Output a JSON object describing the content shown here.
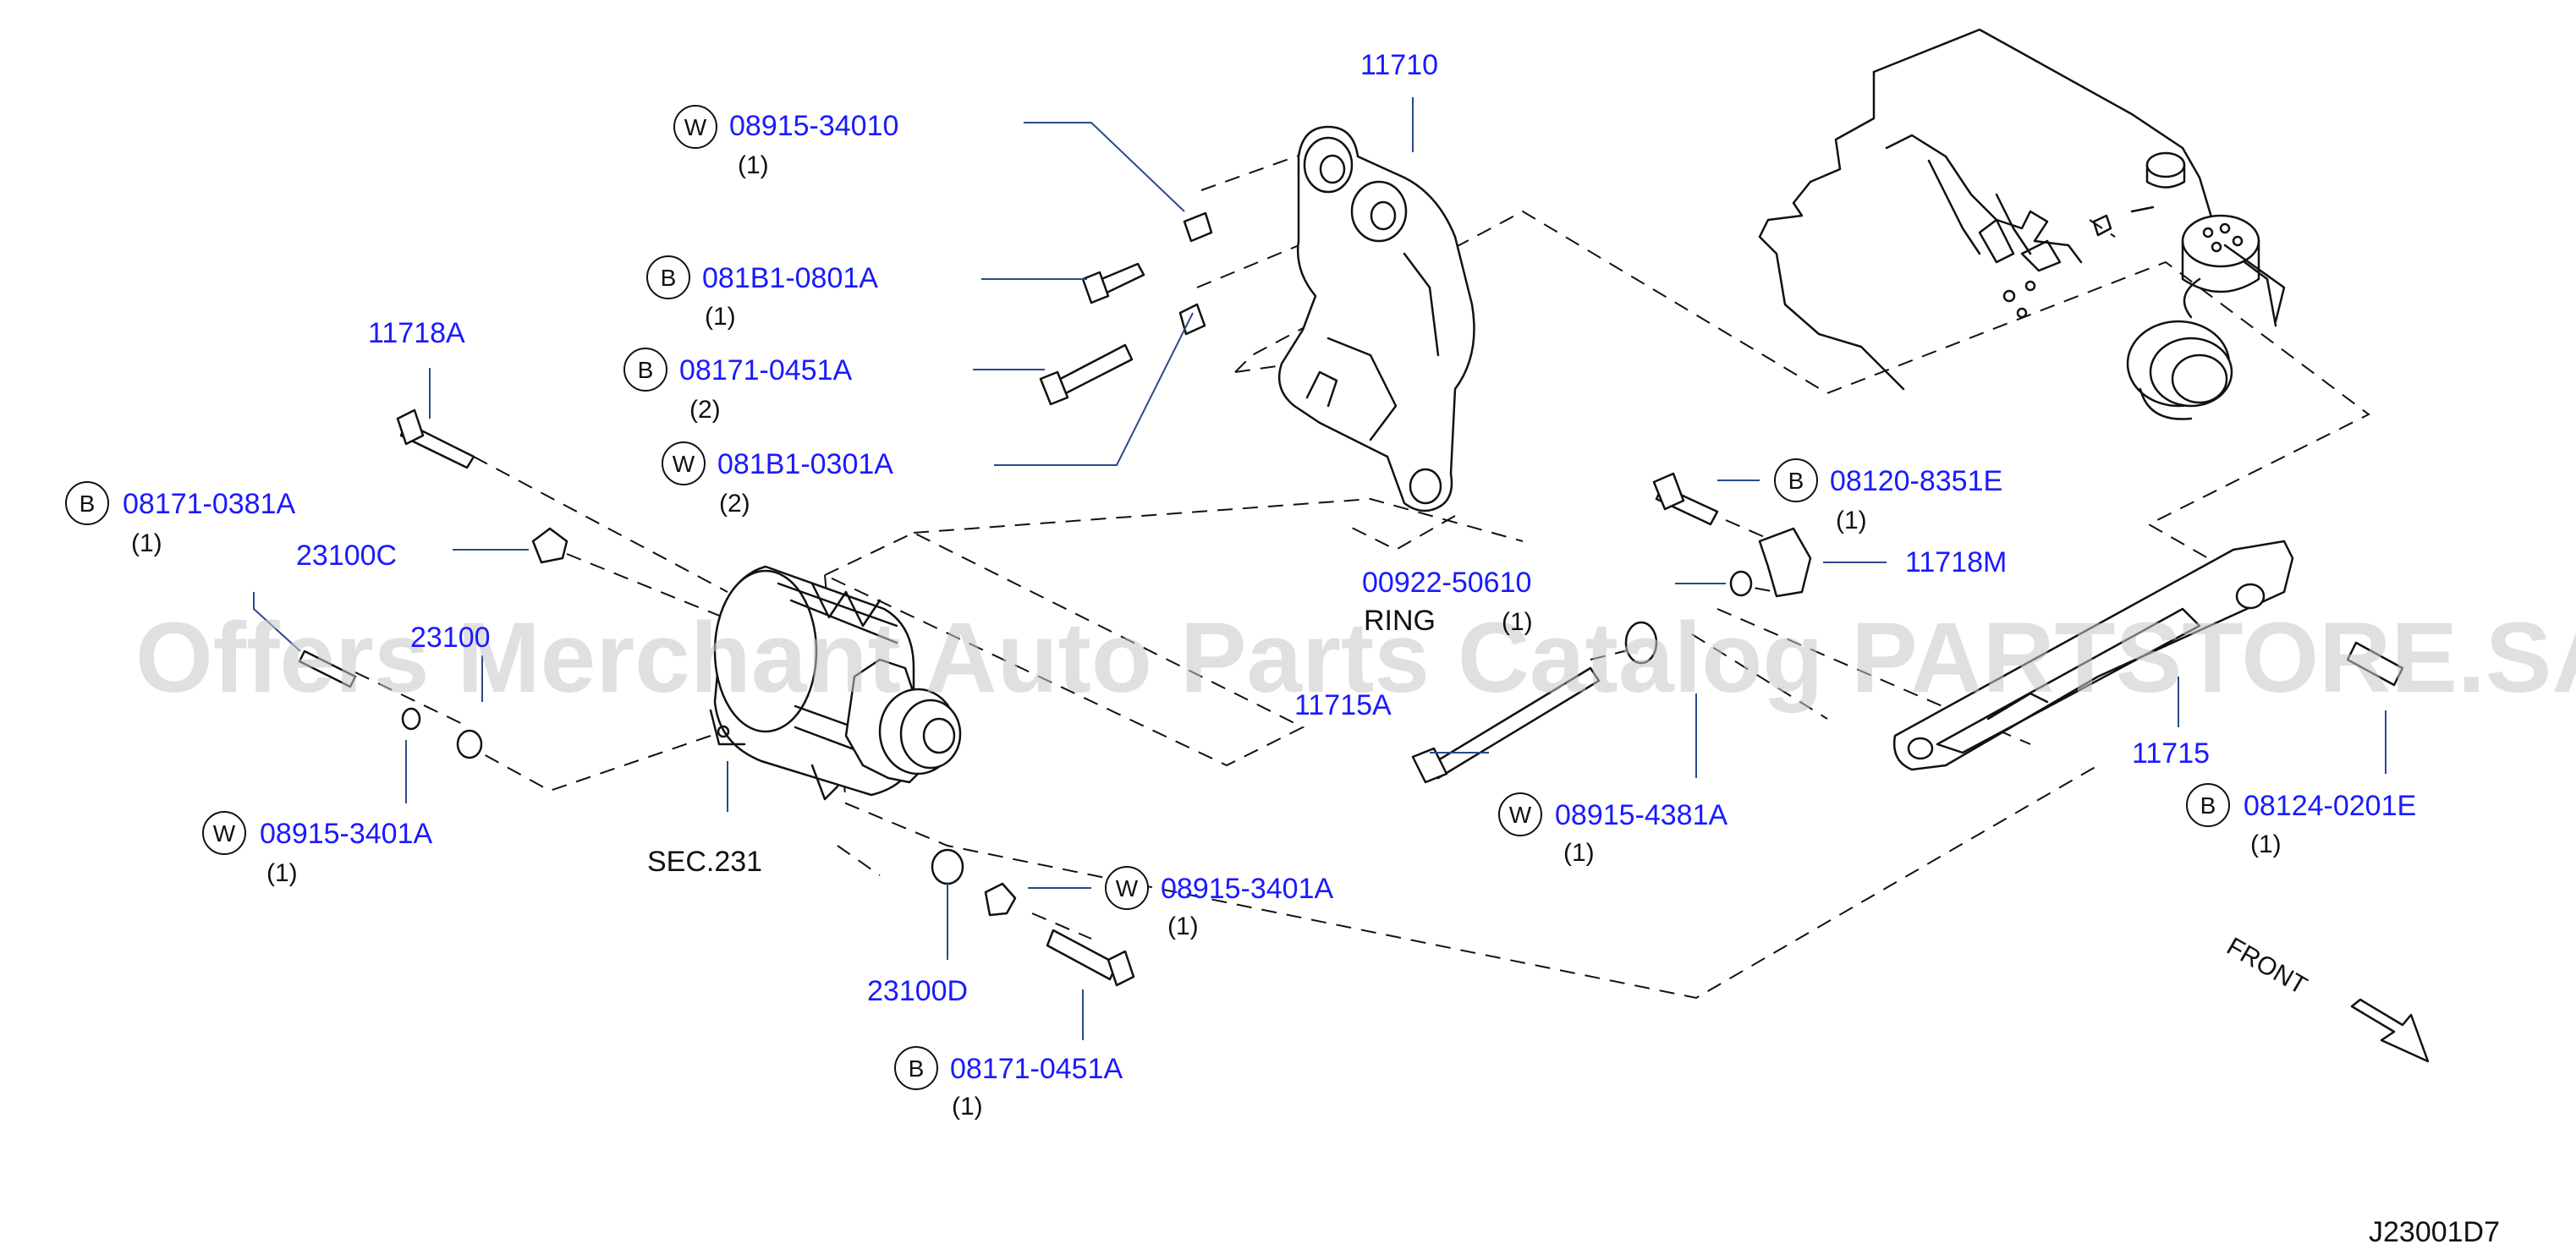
{
  "diagram_id": "J23001D7",
  "watermark": "Offers Merchant Auto Parts Catalog PARTSTORE.SA",
  "labels": {
    "p11710": "11710",
    "p11718a": "11718A",
    "p23100c": "23100C",
    "p23100_partial": "23100",
    "sec231": "SEC.231",
    "p23100d": "23100D",
    "p00922": "00922-50610",
    "ring": "RING",
    "ring_qty": "(1)",
    "p11715a": "11715A",
    "p11718m": "11718M",
    "p11715": "11715",
    "front": "FRONT"
  },
  "callouts": [
    {
      "badge": "W",
      "part": "08915-34010",
      "qty": "(1)"
    },
    {
      "badge": "B",
      "part": "081B1-0801A",
      "qty": "(1)"
    },
    {
      "badge": "B",
      "part": "08171-0451A",
      "qty": "(2)"
    },
    {
      "badge": "W",
      "part": "081B1-0301A",
      "qty": "(2)"
    },
    {
      "badge": "B",
      "part": "08171-0381A",
      "qty": "(1)"
    },
    {
      "badge": "W",
      "part": "08915-3401A",
      "qty": "(1)"
    },
    {
      "badge": "W",
      "part": "08915-3401A",
      "qty": "(1)"
    },
    {
      "badge": "B",
      "part": "08171-0451A",
      "qty": "(1)"
    },
    {
      "badge": "B",
      "part": "08120-8351E",
      "qty": "(1)"
    },
    {
      "badge": "W",
      "part": "08915-4381A",
      "qty": "(1)"
    },
    {
      "badge": "B",
      "part": "08124-0201E",
      "qty": "(1)"
    }
  ]
}
